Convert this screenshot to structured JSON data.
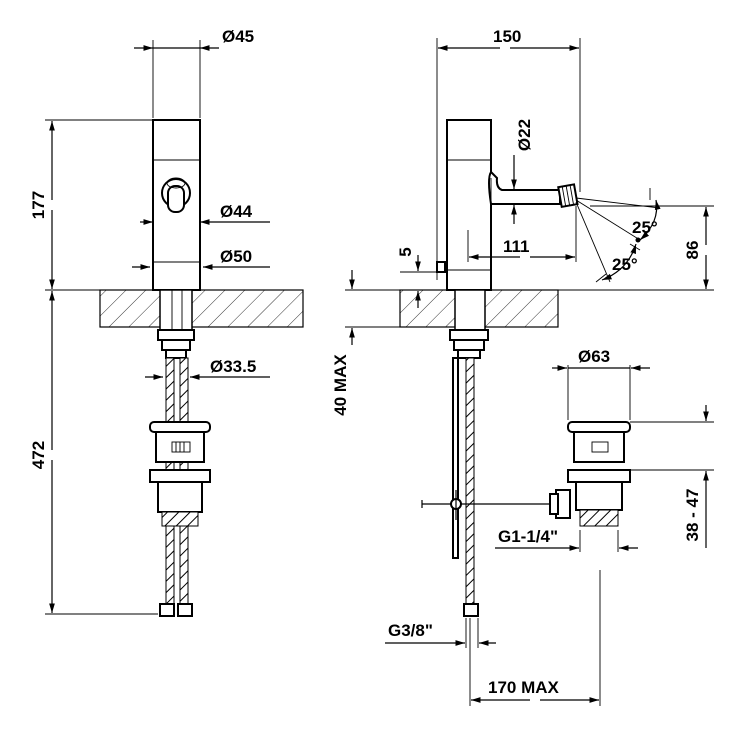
{
  "dimensions": {
    "d45": "Ø45",
    "d44": "Ø44",
    "d50": "Ø50",
    "d33_5": "Ø33.5",
    "h177": "177",
    "h472": "472",
    "w150": "150",
    "d22": "Ø22",
    "a25_top": "25°",
    "a25_bottom": "25°",
    "w111": "111",
    "h5": "5",
    "h86": "86",
    "h40max": "40 MAX",
    "d63": "Ø63",
    "h38_47": "38 - 47",
    "g1_1_4": "G1-1/4\"",
    "g3_8": "G3/8\"",
    "w170max": "170 MAX"
  }
}
